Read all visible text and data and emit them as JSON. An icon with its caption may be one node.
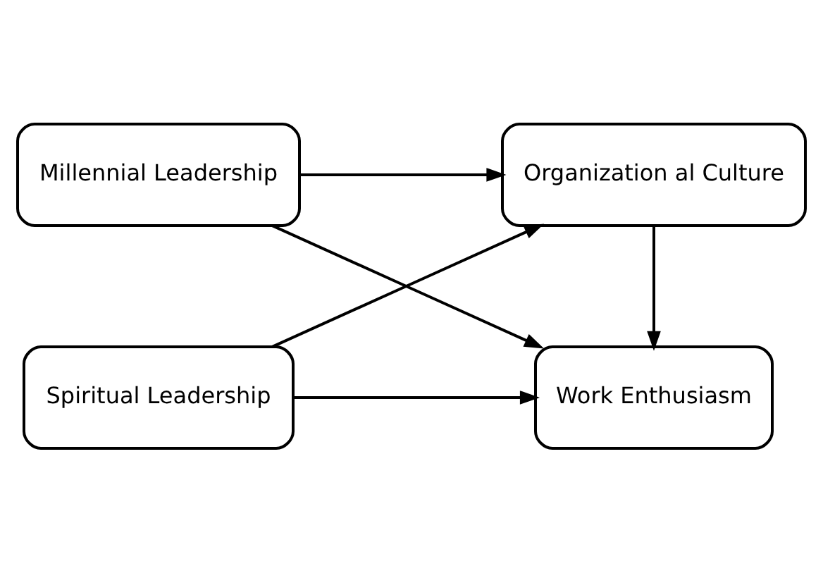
{
  "diagram": {
    "nodes": [
      {
        "text": [
          "Millennial Leadership"
        ]
      },
      {
        "text": [
          "Organization al Culture"
        ]
      },
      {
        "text": [
          "Spiritual Leadership"
        ]
      },
      {
        "text": [
          "Work Enthusiasm"
        ]
      }
    ],
    "edges": [
      {
        "from": 0,
        "to": 1,
        "arrow": "to"
      },
      {
        "from": 0,
        "to": 3,
        "arrow": "to"
      },
      {
        "from": 2,
        "to": 1,
        "arrow": "to"
      },
      {
        "from": 2,
        "to": 3,
        "arrow": "to"
      },
      {
        "from": 1,
        "to": 3,
        "arrow": "to"
      }
    ]
  }
}
